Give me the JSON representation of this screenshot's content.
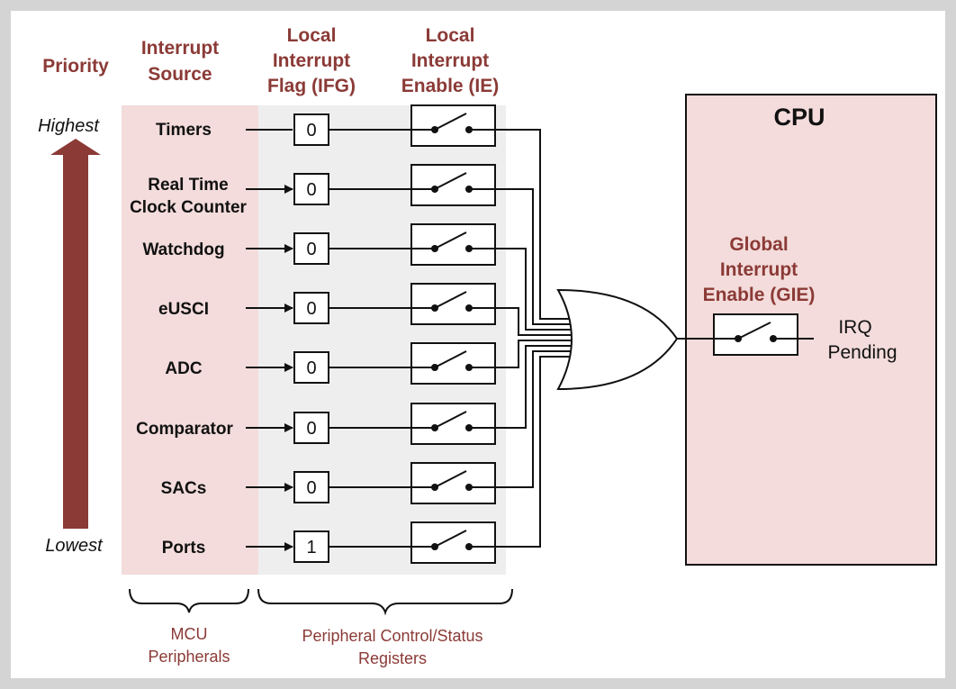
{
  "headers": {
    "priority": "Priority",
    "source_line1": "Interrupt",
    "source_line2": "Source",
    "ifg_line1": "Local",
    "ifg_line2": "Interrupt",
    "ifg_line3": "Flag (IFG)",
    "ie_line1": "Local",
    "ie_line2": "Interrupt",
    "ie_line3": "Enable (IE)"
  },
  "priority_axis": {
    "highest": "Highest",
    "lowest": "Lowest"
  },
  "sources": [
    {
      "name": "Timers",
      "flag": "0"
    },
    {
      "name": "Real Time",
      "name2": "Clock Counter",
      "flag": "0"
    },
    {
      "name": "Watchdog",
      "flag": "0"
    },
    {
      "name": "eUSCI",
      "flag": "0"
    },
    {
      "name": "ADC",
      "flag": "0"
    },
    {
      "name": "Comparator",
      "flag": "0"
    },
    {
      "name": "SACs",
      "flag": "0"
    },
    {
      "name": "Ports",
      "flag": "1"
    }
  ],
  "cpu": {
    "title": "CPU",
    "gie_line1": "Global",
    "gie_line2": "Interrupt",
    "gie_line3": "Enable (GIE)",
    "irq_line1": "IRQ",
    "irq_line2": "Pending"
  },
  "captions": {
    "mcu_line1": "MCU",
    "mcu_line2": "Peripherals",
    "regs_line1": "Peripheral Control/Status",
    "regs_line2": "Registers"
  },
  "colors": {
    "accent": "#8b3a36",
    "pink_panel": "#f3dcdb",
    "gray_panel": "#eeeeee",
    "frame": "#d4d4d4"
  }
}
